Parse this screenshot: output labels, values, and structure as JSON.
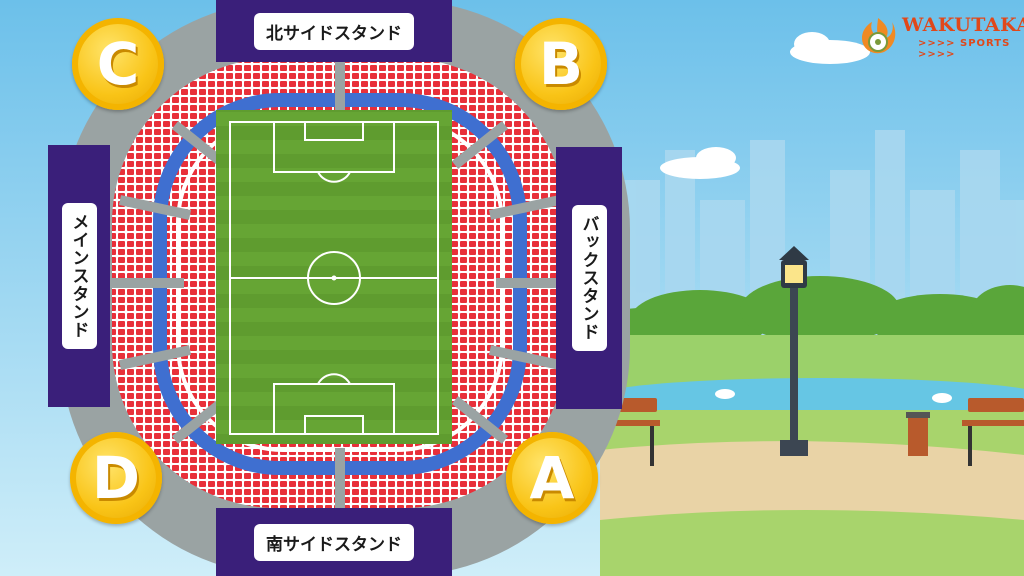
{
  "stands": {
    "north": "北サイドスタンド",
    "south": "南サイドスタンド",
    "main": "メインスタンド",
    "back": "バックスタンド"
  },
  "zones": {
    "a": "A",
    "b": "B",
    "c": "C",
    "d": "D"
  },
  "logo": {
    "name": "WAKUTAKA",
    "sub": ">>>> SPORTS >>>>"
  },
  "colors": {
    "stand_box": "#3a1f7a",
    "seat_red": "#e8303a",
    "ring_blue": "#3f6fd0",
    "pitch_green": "#5e9a2e",
    "coin_gold": "#f9c417",
    "logo_orange": "#e0481a"
  }
}
